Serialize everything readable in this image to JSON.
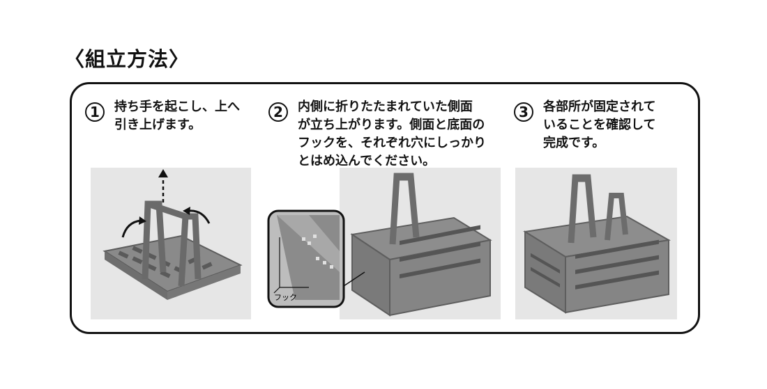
{
  "title": "〈組立方法〉",
  "steps": [
    {
      "number": "1",
      "lines": "持ち手を起こし、上へ\n引き上げます。"
    },
    {
      "number": "2",
      "lines": "内側に折りたたまれていた側面\nが立ち上がります。側面と底面の\nフックを、それぞれ穴にしっかり\nとはめ込んでください。"
    },
    {
      "number": "3",
      "lines": "各部所が固定されて\nいることを確認して\n完成です。"
    }
  ],
  "hook_label": "フック",
  "colors": {
    "frame": "#111111",
    "basket": "#7d7d7d",
    "photo_bg": "#e6e6e6"
  }
}
